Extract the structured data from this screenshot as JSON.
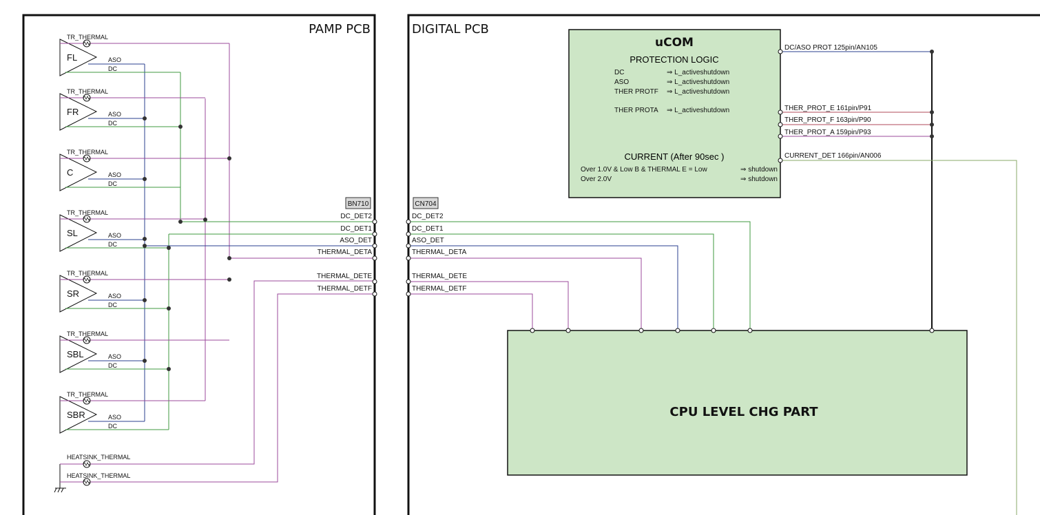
{
  "pcb": {
    "pamp_title": "PAMP PCB",
    "digital_title": "DIGITAL PCB"
  },
  "amps": [
    {
      "name": "FL",
      "tr": "TR_THERMAL",
      "aso": "ASO",
      "dc": "DC"
    },
    {
      "name": "FR",
      "tr": "TR_THERMAL",
      "aso": "ASO",
      "dc": "DC"
    },
    {
      "name": "C",
      "tr": "TR_THERMAL",
      "aso": "ASO",
      "dc": "DC"
    },
    {
      "name": "SL",
      "tr": "TR_THERMAL",
      "aso": "ASO",
      "dc": "DC"
    },
    {
      "name": "SR",
      "tr": "TR_THERMAL",
      "aso": "ASO",
      "dc": "DC"
    },
    {
      "name": "SBL",
      "tr": "TR_THERMAL",
      "aso": "ASO",
      "dc": "DC"
    },
    {
      "name": "SBR",
      "tr": "TR_THERMAL",
      "aso": "ASO",
      "dc": "DC"
    }
  ],
  "heatsink": [
    "HEATSINK_THERMAL",
    "HEATSINK_THERMAL"
  ],
  "connectors": {
    "left_tag": "BN710",
    "right_tag": "CN704",
    "left_pins": [
      "DC_DET2",
      "DC_DET1",
      "ASO_DET",
      "THERMAL_DETA",
      "THERMAL_DETE",
      "THERMAL_DETF"
    ],
    "right_pins": [
      "DC_DET2",
      "DC_DET1",
      "ASO_DET",
      "THERMAL_DETA",
      "THERMAL_DETE",
      "THERMAL_DETF"
    ]
  },
  "ucom": {
    "title": "uCOM",
    "subtitle": "PROTECTION LOGIC",
    "rows": [
      {
        "k": "DC",
        "v": "⇒ L_activeshutdown"
      },
      {
        "k": "ASO",
        "v": "⇒ L_activeshutdown"
      },
      {
        "k": "THER PROTF",
        "v": "⇒ L_activeshutdown"
      },
      {
        "k": "THER PROTA",
        "v": "⇒ L_activeshutdown"
      }
    ],
    "current_title": "CURRENT (After 90sec )",
    "current_rows": [
      {
        "k": "Over 1.0V & Low B & THERMAL E = Low",
        "v": "⇒ shutdown"
      },
      {
        "k": "Over 2.0V",
        "v": "⇒ shutdown"
      }
    ]
  },
  "ucom_pins": [
    "DC/ASO PROT 125pin/AN105",
    "THER_PROT_E 161pin/P91",
    "THER_PROT_F 163pin/P90",
    "THER_PROT_A 159pin/P93",
    "CURRENT_DET 166pin/AN006"
  ],
  "cpu_block": "CPU LEVEL CHG PART",
  "colors": {
    "thermal": "#9b4a9b",
    "aso": "#2a3f8f",
    "dc": "#3f9a3f",
    "block_fill": "#cde6c6",
    "current": "#8aa86a",
    "ther_prot": "#b24a5a"
  }
}
